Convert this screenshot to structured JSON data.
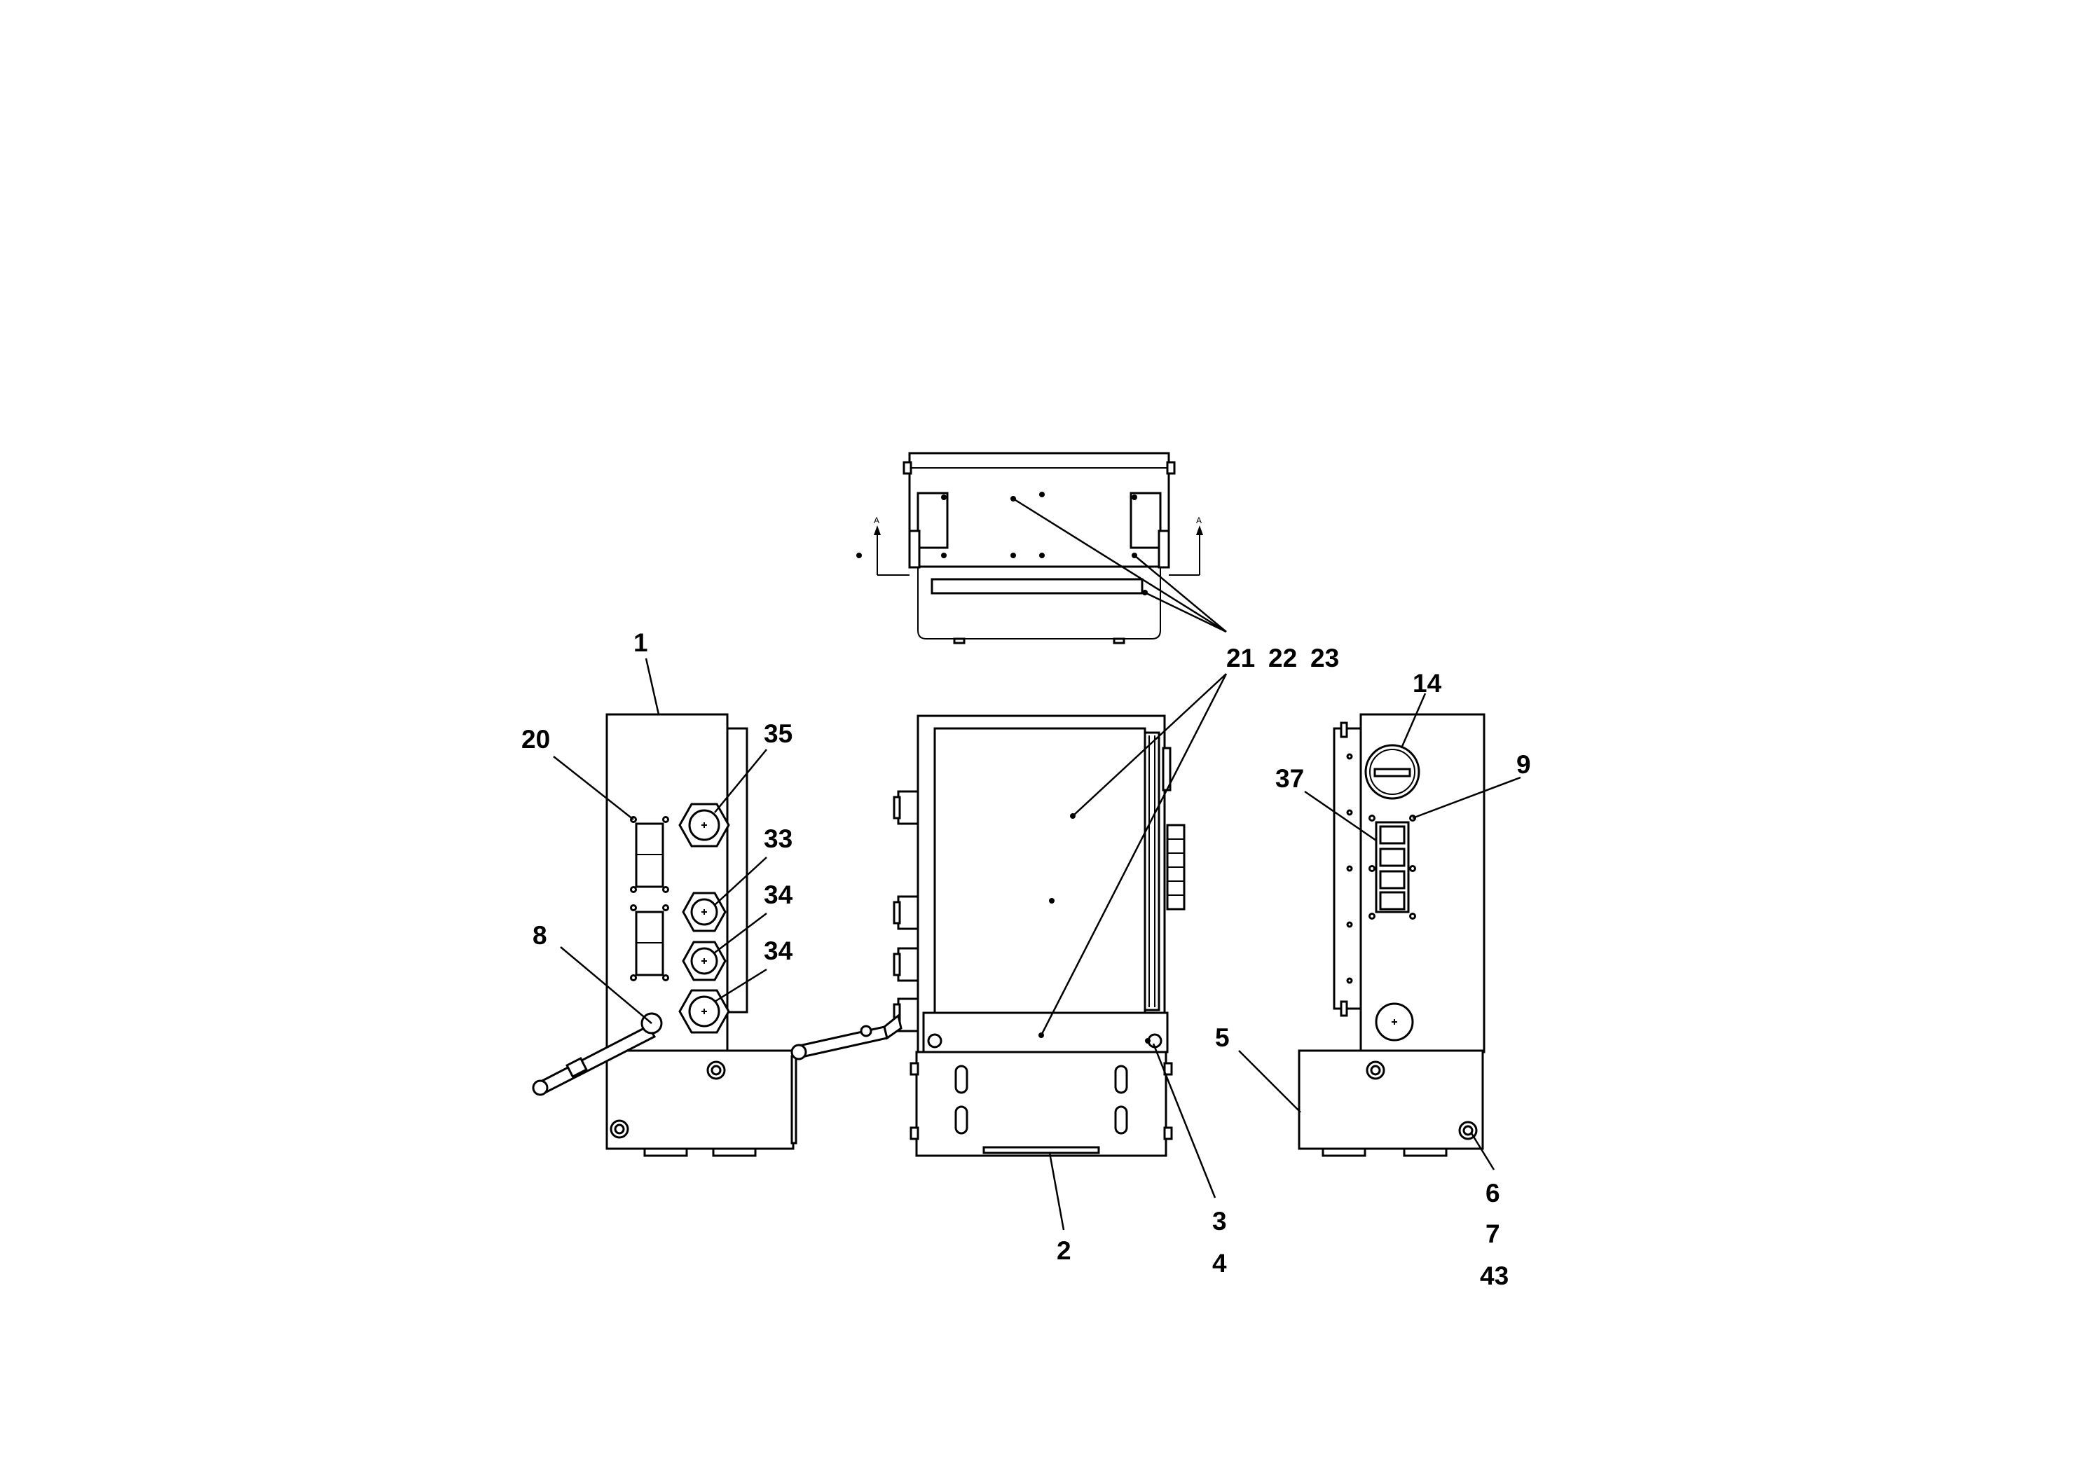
{
  "section_marker": "A",
  "callouts": {
    "c1": "1",
    "c2": "2",
    "c3": "3",
    "c4": "4",
    "c5": "5",
    "c6": "6",
    "c7": "7",
    "c8": "8",
    "c9": "9",
    "c14": "14",
    "c20": "20",
    "c21": "21",
    "c22": "22",
    "c23": "23",
    "c33": "33",
    "c34a": "34",
    "c34b": "34",
    "c35": "35",
    "c37": "37",
    "c43": "43"
  },
  "colors": {
    "line": "#000000",
    "background": "#ffffff"
  }
}
